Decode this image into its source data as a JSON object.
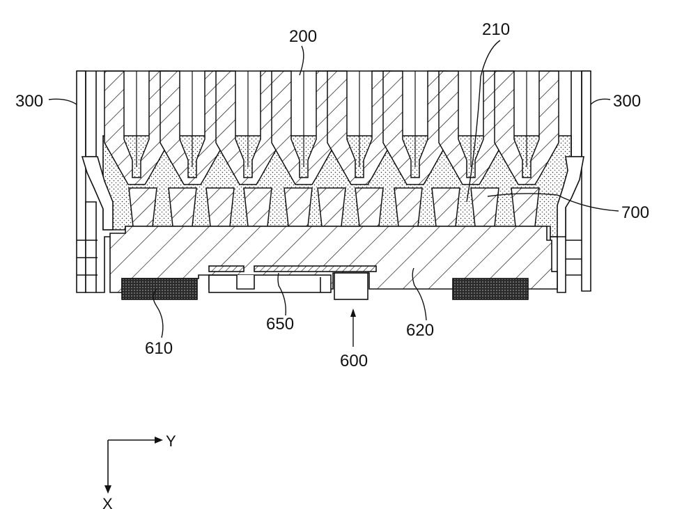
{
  "figure": {
    "labels": {
      "housing_left": "300",
      "housing_right": "300",
      "cells": "200",
      "cell_tab": "210",
      "adhesive": "700",
      "conductive_pad": "610",
      "sensing_plate": "650",
      "sensing_assembly": "600",
      "base_plate": "620"
    },
    "axes": {
      "y_label": "Y",
      "x_label": "X"
    }
  }
}
